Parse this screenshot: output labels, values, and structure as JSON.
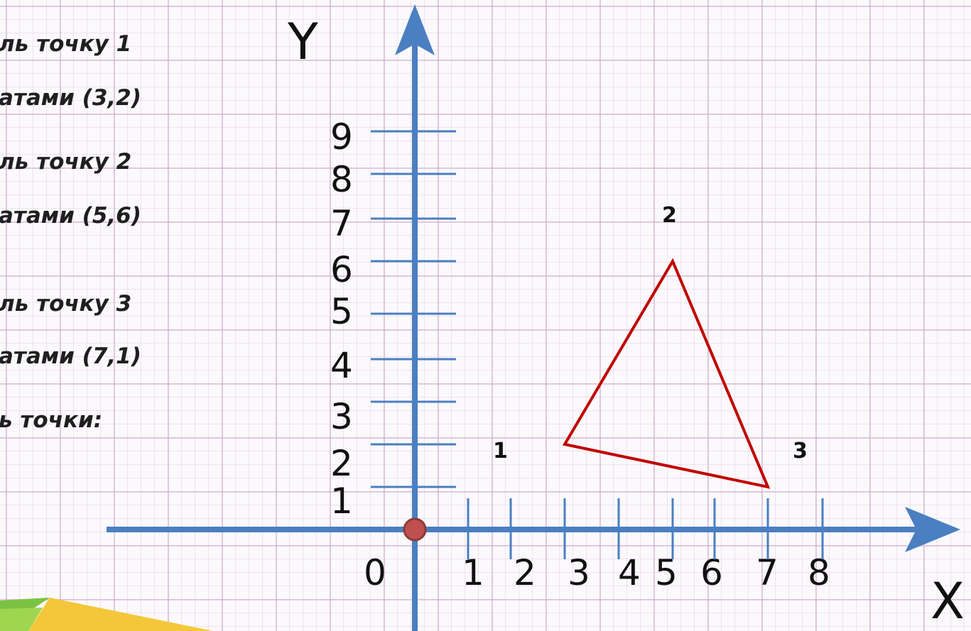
{
  "instructions": [
    {
      "line1": "ль точку 1",
      "line2": "атами (3,2)"
    },
    {
      "line1": "ль точку 2",
      "line2": "атами (5,6)"
    },
    {
      "line1": "ль точку 3",
      "line2": "атами (7,1)"
    },
    {
      "line1": "ь точки:",
      "line2": ""
    }
  ],
  "axes": {
    "x_label": "X",
    "y_label": "Y",
    "origin_label": "0",
    "x_ticks": [
      "1",
      "2",
      "3",
      "4",
      "5",
      "6",
      "7",
      "8"
    ],
    "y_ticks": [
      "1",
      "2",
      "3",
      "4",
      "5",
      "6",
      "7",
      "8",
      "9"
    ]
  },
  "points": [
    {
      "label": "1",
      "x": 3,
      "y": 2
    },
    {
      "label": "2",
      "x": 5,
      "y": 6
    },
    {
      "label": "3",
      "x": 7,
      "y": 1
    }
  ],
  "colors": {
    "axis": "#4a7fc1",
    "triangle": "#c00000",
    "origin_dot": "#c0504d"
  }
}
